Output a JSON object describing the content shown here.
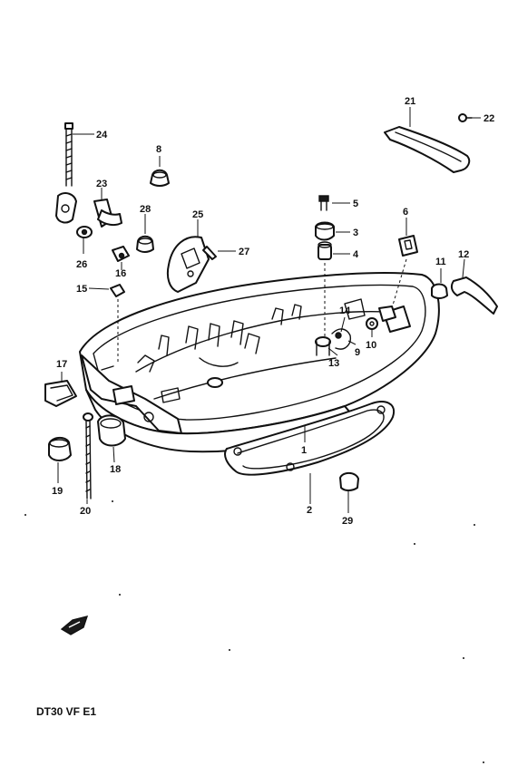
{
  "diagram": {
    "code_label": "DT30 VF E1",
    "callouts": [
      "24",
      "8",
      "23",
      "26",
      "28",
      "16",
      "25",
      "27",
      "15",
      "17",
      "19",
      "20",
      "18",
      "21",
      "22",
      "5",
      "3",
      "4",
      "6",
      "11",
      "12",
      "14",
      "10",
      "9",
      "13",
      "1",
      "2",
      "29"
    ]
  }
}
